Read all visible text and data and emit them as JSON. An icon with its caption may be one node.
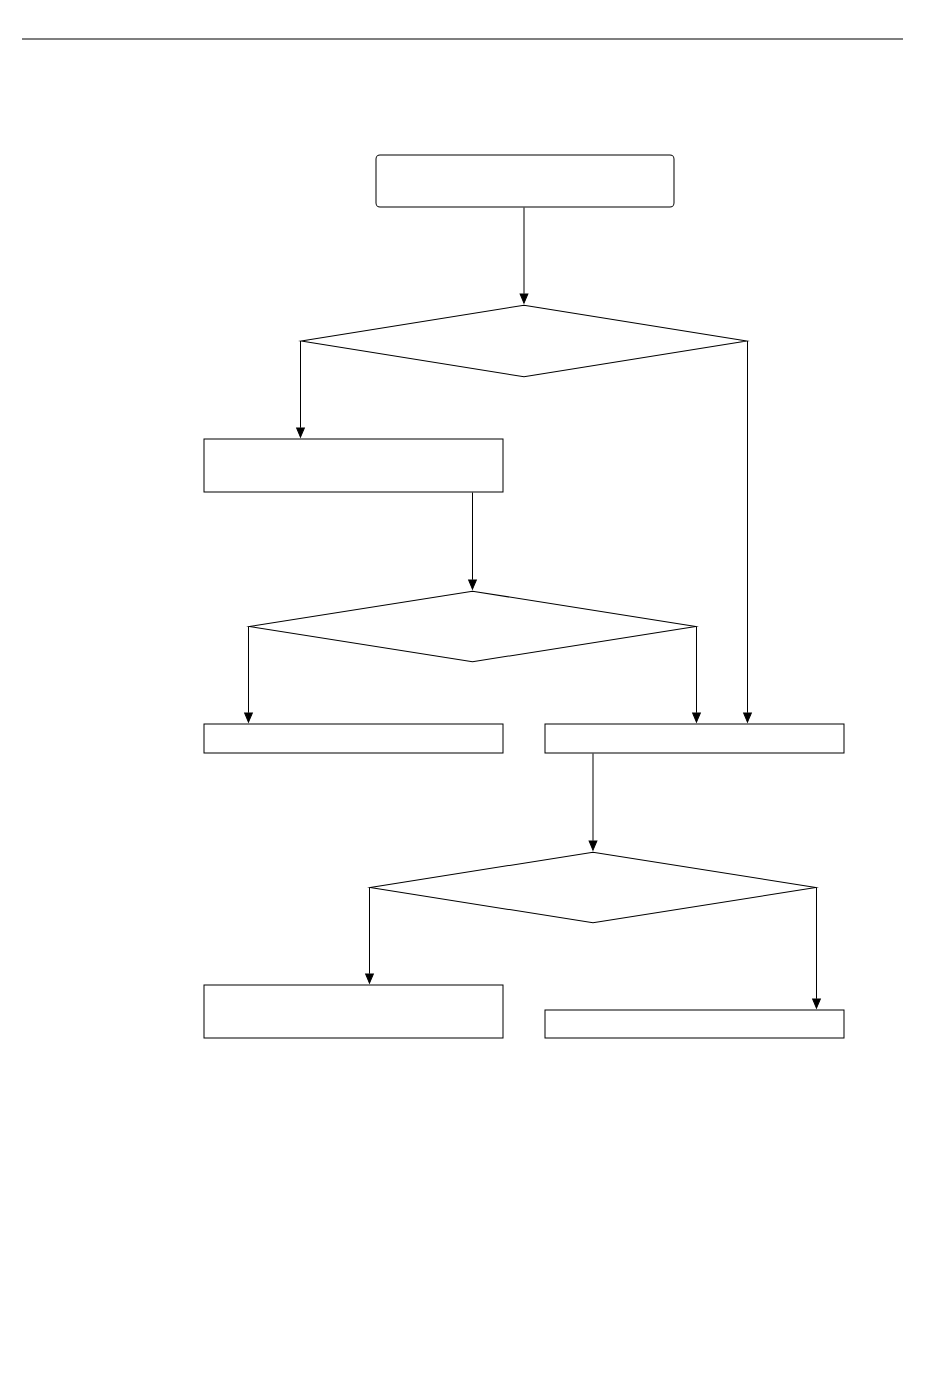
{
  "diagram": {
    "nodes": [
      {
        "text": [],
        "shape": "box"
      },
      {
        "text": [],
        "shape": "diamond"
      },
      {
        "text": [],
        "shape": "box"
      },
      {
        "text": [],
        "shape": "diamond"
      },
      {
        "text": [],
        "shape": "box"
      },
      {
        "text": [],
        "shape": "box"
      },
      {
        "text": [],
        "shape": "diamond"
      },
      {
        "text": [],
        "shape": "box"
      },
      {
        "text": [],
        "shape": "box"
      }
    ],
    "edges": [
      {
        "from": 0,
        "to": 1,
        "arrow": "to"
      },
      {
        "from": 1,
        "to": 2,
        "arrow": "to"
      },
      {
        "from": 1,
        "to": 5,
        "arrow": "to"
      },
      {
        "from": 2,
        "to": 3,
        "arrow": "to"
      },
      {
        "from": 3,
        "to": 4,
        "arrow": "to"
      },
      {
        "from": 3,
        "to": 5,
        "arrow": "to"
      },
      {
        "from": 5,
        "to": 6,
        "arrow": "to"
      },
      {
        "from": 6,
        "to": 7,
        "arrow": "to"
      },
      {
        "from": 6,
        "to": 8,
        "arrow": "to"
      }
    ]
  }
}
